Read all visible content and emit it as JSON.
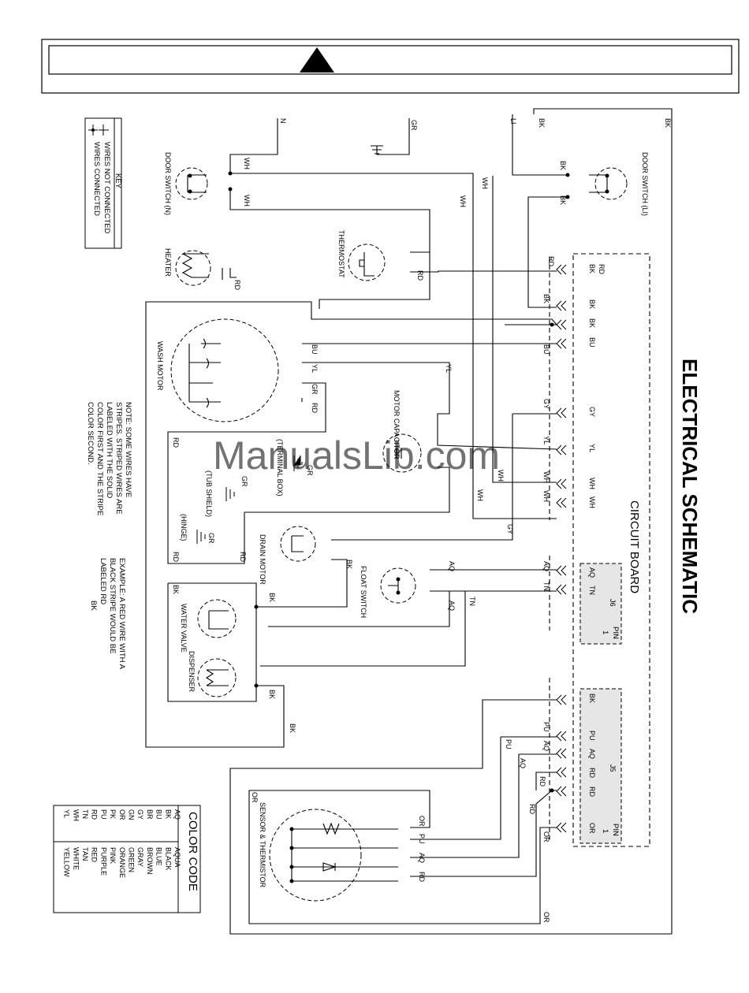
{
  "title": "ELECTRICAL SCHEMATIC",
  "circuit_board_label": "CIRCUIT BOARD",
  "watermark": "ManualsLib.com",
  "key": {
    "title": "KEY",
    "not_connected": "WIRES NOT CONNECTED",
    "connected": "WIRES CONNECTED"
  },
  "note": {
    "lines": [
      "NOTE: SOME WIRES HAVE",
      "STRIPES. STRIPED WIRES ARE",
      "LABELED WITH THE SOLID",
      "COLOR FIRST AND THE STRIPE",
      "COLOR SECOND."
    ]
  },
  "example": {
    "lines": [
      "EXAMPLE: A RED WIRE WITH A",
      "BLACK STRIPE WOULD BE",
      "LABELED  RD",
      "BK"
    ]
  },
  "color_code": {
    "title": "COLOR CODE",
    "rows": [
      {
        "abbr": "AQ",
        "name": "AQUA"
      },
      {
        "abbr": "BK",
        "name": "BLACK"
      },
      {
        "abbr": "BU",
        "name": "BLUE"
      },
      {
        "abbr": "BR",
        "name": "BROWN"
      },
      {
        "abbr": "GY",
        "name": "GRAY"
      },
      {
        "abbr": "GN",
        "name": "GREEN"
      },
      {
        "abbr": "OR",
        "name": "ORANGE"
      },
      {
        "abbr": "PK",
        "name": "PINK"
      },
      {
        "abbr": "PU",
        "name": "PURPLE"
      },
      {
        "abbr": "RD",
        "name": "RED"
      },
      {
        "abbr": "TN",
        "name": "TAN"
      },
      {
        "abbr": "WH",
        "name": "WHITE"
      },
      {
        "abbr": "YL",
        "name": "YELLOW"
      }
    ]
  },
  "components": {
    "door_switch_n": "DOOR SWITCH (N)",
    "door_switch_l1": "DOOR SWITCH (LI)",
    "thermostat": "THERMOSTAT",
    "heater": "HEATER",
    "wash_motor": "WASH MOTOR",
    "motor_capacitor": "MOTOR CAPACITOR",
    "terminal_box": "(TERMINAL BOX)",
    "tub_shield": "(TUB SHIELD)",
    "hinge": "(HINGE)",
    "drain_motor": "DRAIN MOTOR",
    "float_switch": "FLOAT SWITCH",
    "water_valve": "WATER VALVE",
    "dispenser": "DISPENSER",
    "sensor_thermistor": "SENSOR & THERMISTOR"
  },
  "terminals": {
    "n": "N",
    "gr": "GR",
    "l1": "LI"
  },
  "board_pins": {
    "main": [
      "RD",
      "BK",
      "BK",
      "BK",
      "BU",
      "GY",
      "YL",
      "WH",
      "WH"
    ],
    "j6": {
      "name": "J6",
      "pin": "PIN",
      "pin_no": "1",
      "pins": [
        "AQ",
        "TN"
      ]
    },
    "j5": {
      "name": "J5",
      "pin": "PIN",
      "pin_no": "1",
      "pins": [
        "BK",
        "PU",
        "AQ",
        "RD",
        "RD",
        "OR"
      ]
    }
  },
  "wire_labels": [
    "WH",
    "WH",
    "WH",
    "WH",
    "BK",
    "BK",
    "BK",
    "BK",
    "BK",
    "RD",
    "RD",
    "RD",
    "BU",
    "BU",
    "YL",
    "YL",
    "GR",
    "GR",
    "GR",
    "GR",
    "RD",
    "RD",
    "RD",
    "RD",
    "GY",
    "GY",
    "YL",
    "WH",
    "WH",
    "WH",
    "WH",
    "AQ",
    "AQ",
    "TN",
    "TN",
    "AQ",
    "BK",
    "BK",
    "BK",
    "BK",
    "BK",
    "PU",
    "PU",
    "AQ",
    "AQ",
    "RD",
    "RD",
    "OR",
    "OR",
    "OR",
    "OR",
    "PU",
    "AQ",
    "RD"
  ]
}
